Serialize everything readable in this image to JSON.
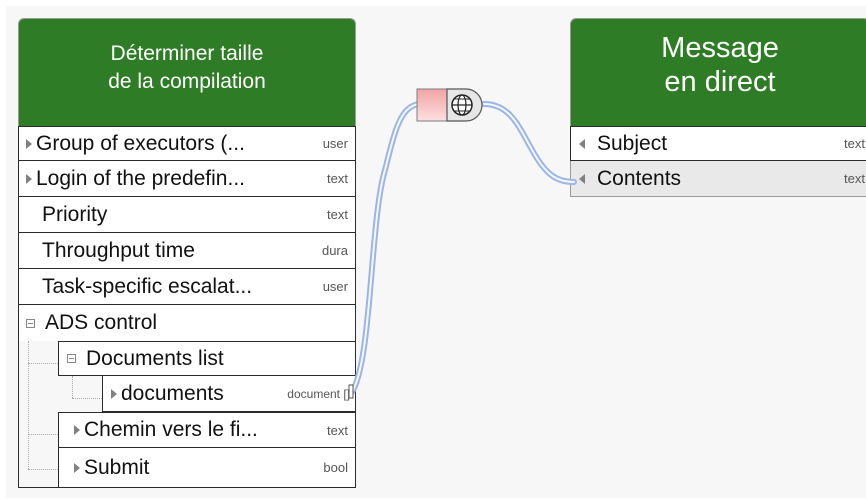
{
  "left_node": {
    "title_line1": "Déterminer taille",
    "title_line2": "de la compilation",
    "rows": [
      {
        "label": "Group of executors (...",
        "type": "user",
        "expander": "arrow"
      },
      {
        "label": "Login of the predefin...",
        "type": "text",
        "expander": "arrow"
      },
      {
        "label": "Priority",
        "type": "text",
        "expander": "none"
      },
      {
        "label": "Throughput time",
        "type": "dura",
        "expander": "none"
      },
      {
        "label": "Task-specific escalat...",
        "type": "user",
        "expander": "none"
      },
      {
        "label": "ADS control",
        "type": "",
        "expander": "collapse"
      }
    ],
    "nested_rows": [
      {
        "label": "Documents list",
        "type": "",
        "expander": "collapse"
      },
      {
        "label": "documents",
        "type": "document []",
        "expander": "arrow"
      },
      {
        "label": "Chemin vers le fi...",
        "type": "text",
        "expander": "arrow"
      },
      {
        "label": "Submit",
        "type": "bool",
        "expander": "arrow"
      }
    ]
  },
  "right_node": {
    "title_line1": "Message",
    "title_line2": "en direct",
    "rows": [
      {
        "label": "Subject",
        "type": "text"
      },
      {
        "label": "Contents",
        "type": "text"
      }
    ]
  },
  "colors": {
    "header_green": "#2e7d26",
    "connector_blue": "#9bb6e4",
    "row_highlight": "#e9e9e9"
  },
  "icons": [
    "expand-arrow-icon",
    "collapse-box-icon",
    "input-port-icon",
    "transform-converter-icon",
    "globe-function-icon"
  ]
}
